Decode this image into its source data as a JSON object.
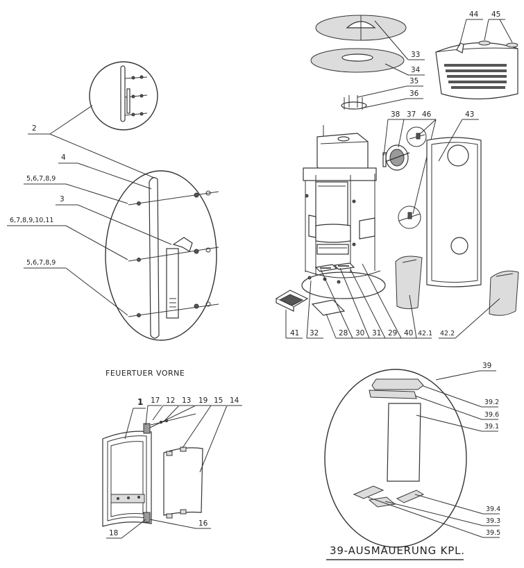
{
  "colors": {
    "line": "#333333",
    "text": "#222222",
    "shade": "#9a9a9a",
    "background": "#ffffff"
  },
  "section_titles": {
    "door": "FEUERTUER VORNE",
    "lining": "39-AUSMAUERUNG KPL."
  },
  "labels": {
    "p2": "2",
    "p4": "4",
    "p5_9a": "5,6,7,8,9",
    "p3": "3",
    "p6_11": "6,7,8,9,10,11",
    "p5_9b": "5,6,7,8,9",
    "p33": "33",
    "p34": "34",
    "p35": "35",
    "p36": "36",
    "p38": "38",
    "p37": "37",
    "p46": "46",
    "p43": "43",
    "p44": "44",
    "p45": "45",
    "p41": "41",
    "p32": "32",
    "p28": "28",
    "p30": "30",
    "p31": "31",
    "p29": "29",
    "p40": "40",
    "p42_1": "42.1",
    "p42_2": "42.2",
    "p1": "1",
    "p17": "17",
    "p12": "12",
    "p13": "13",
    "p19": "19",
    "p15": "15",
    "p14": "14",
    "p18": "18",
    "p16": "16",
    "p39": "39",
    "p39_2": "39.2",
    "p39_6": "39.6",
    "p39_1": "39.1",
    "p39_4": "39.4",
    "p39_3": "39.3",
    "p39_5": "39.5"
  }
}
